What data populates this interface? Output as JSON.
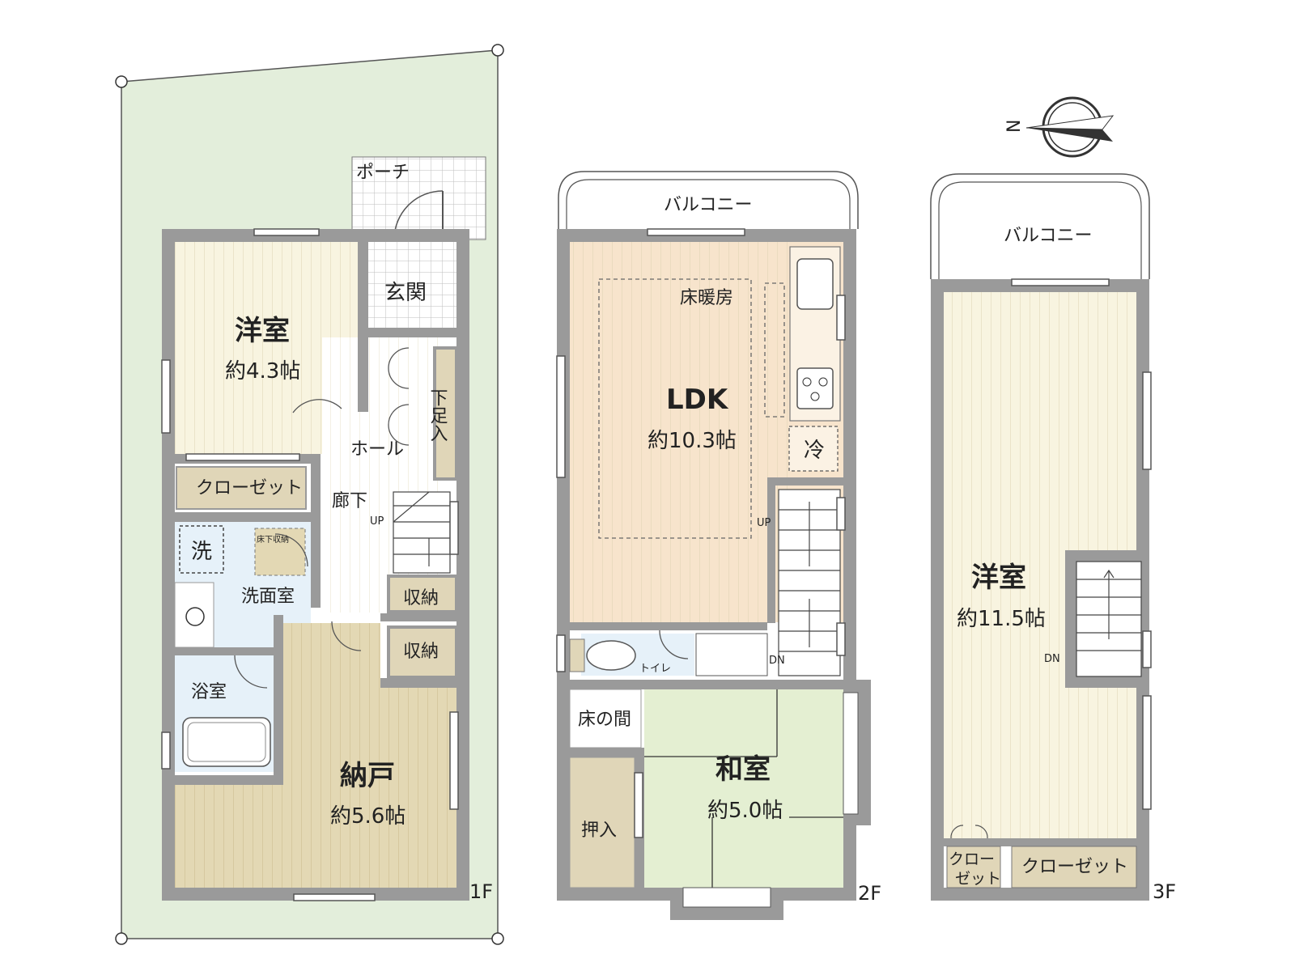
{
  "compass": {
    "north_label": "N"
  },
  "floor1": {
    "floor_label": "1F",
    "porch": "ポーチ",
    "entrance": "玄関",
    "western_room": {
      "name": "洋室",
      "size": "約4.3帖"
    },
    "closet": "クローゼット",
    "shoe_storage": "下足入",
    "hall": "ホール",
    "corridor": "廊下",
    "stairs_up": "UP",
    "washer": "洗",
    "underfloor_storage": "床下収納",
    "washroom": "洗面室",
    "storage_a": "収納",
    "storage_b": "収納",
    "bathroom": "浴室",
    "storeroom": {
      "name": "納戸",
      "size": "約5.6帖"
    }
  },
  "floor2": {
    "floor_label": "2F",
    "balcony": "バルコニー",
    "floor_heating": "床暖房",
    "ldk": {
      "name": "LDK",
      "size": "約10.3帖"
    },
    "fridge": "冷",
    "stairs_up": "UP",
    "stairs_dn": "DN",
    "toilet": "トイレ",
    "tokonoma": "床の間",
    "oshiire": "押入",
    "japanese_room": {
      "name": "和室",
      "size": "約5.0帖"
    }
  },
  "floor3": {
    "floor_label": "3F",
    "balcony": "バルコニー",
    "western_room": {
      "name": "洋室",
      "size": "約11.5帖"
    },
    "stairs_dn": "DN",
    "closet_small": [
      "クロー",
      "ゼット"
    ],
    "closet": "クローゼット"
  },
  "colors": {
    "wall": "#9a9a9a",
    "lot_green": "#e3eedb",
    "western_floor": "#f8f4e0",
    "storeroom_floor": "#e3d8b4",
    "ldk_floor": "#f7e4cc",
    "wet_area": "#e6f1f9",
    "tatami": "#e4efd2",
    "storage": "#e0d6b8"
  }
}
